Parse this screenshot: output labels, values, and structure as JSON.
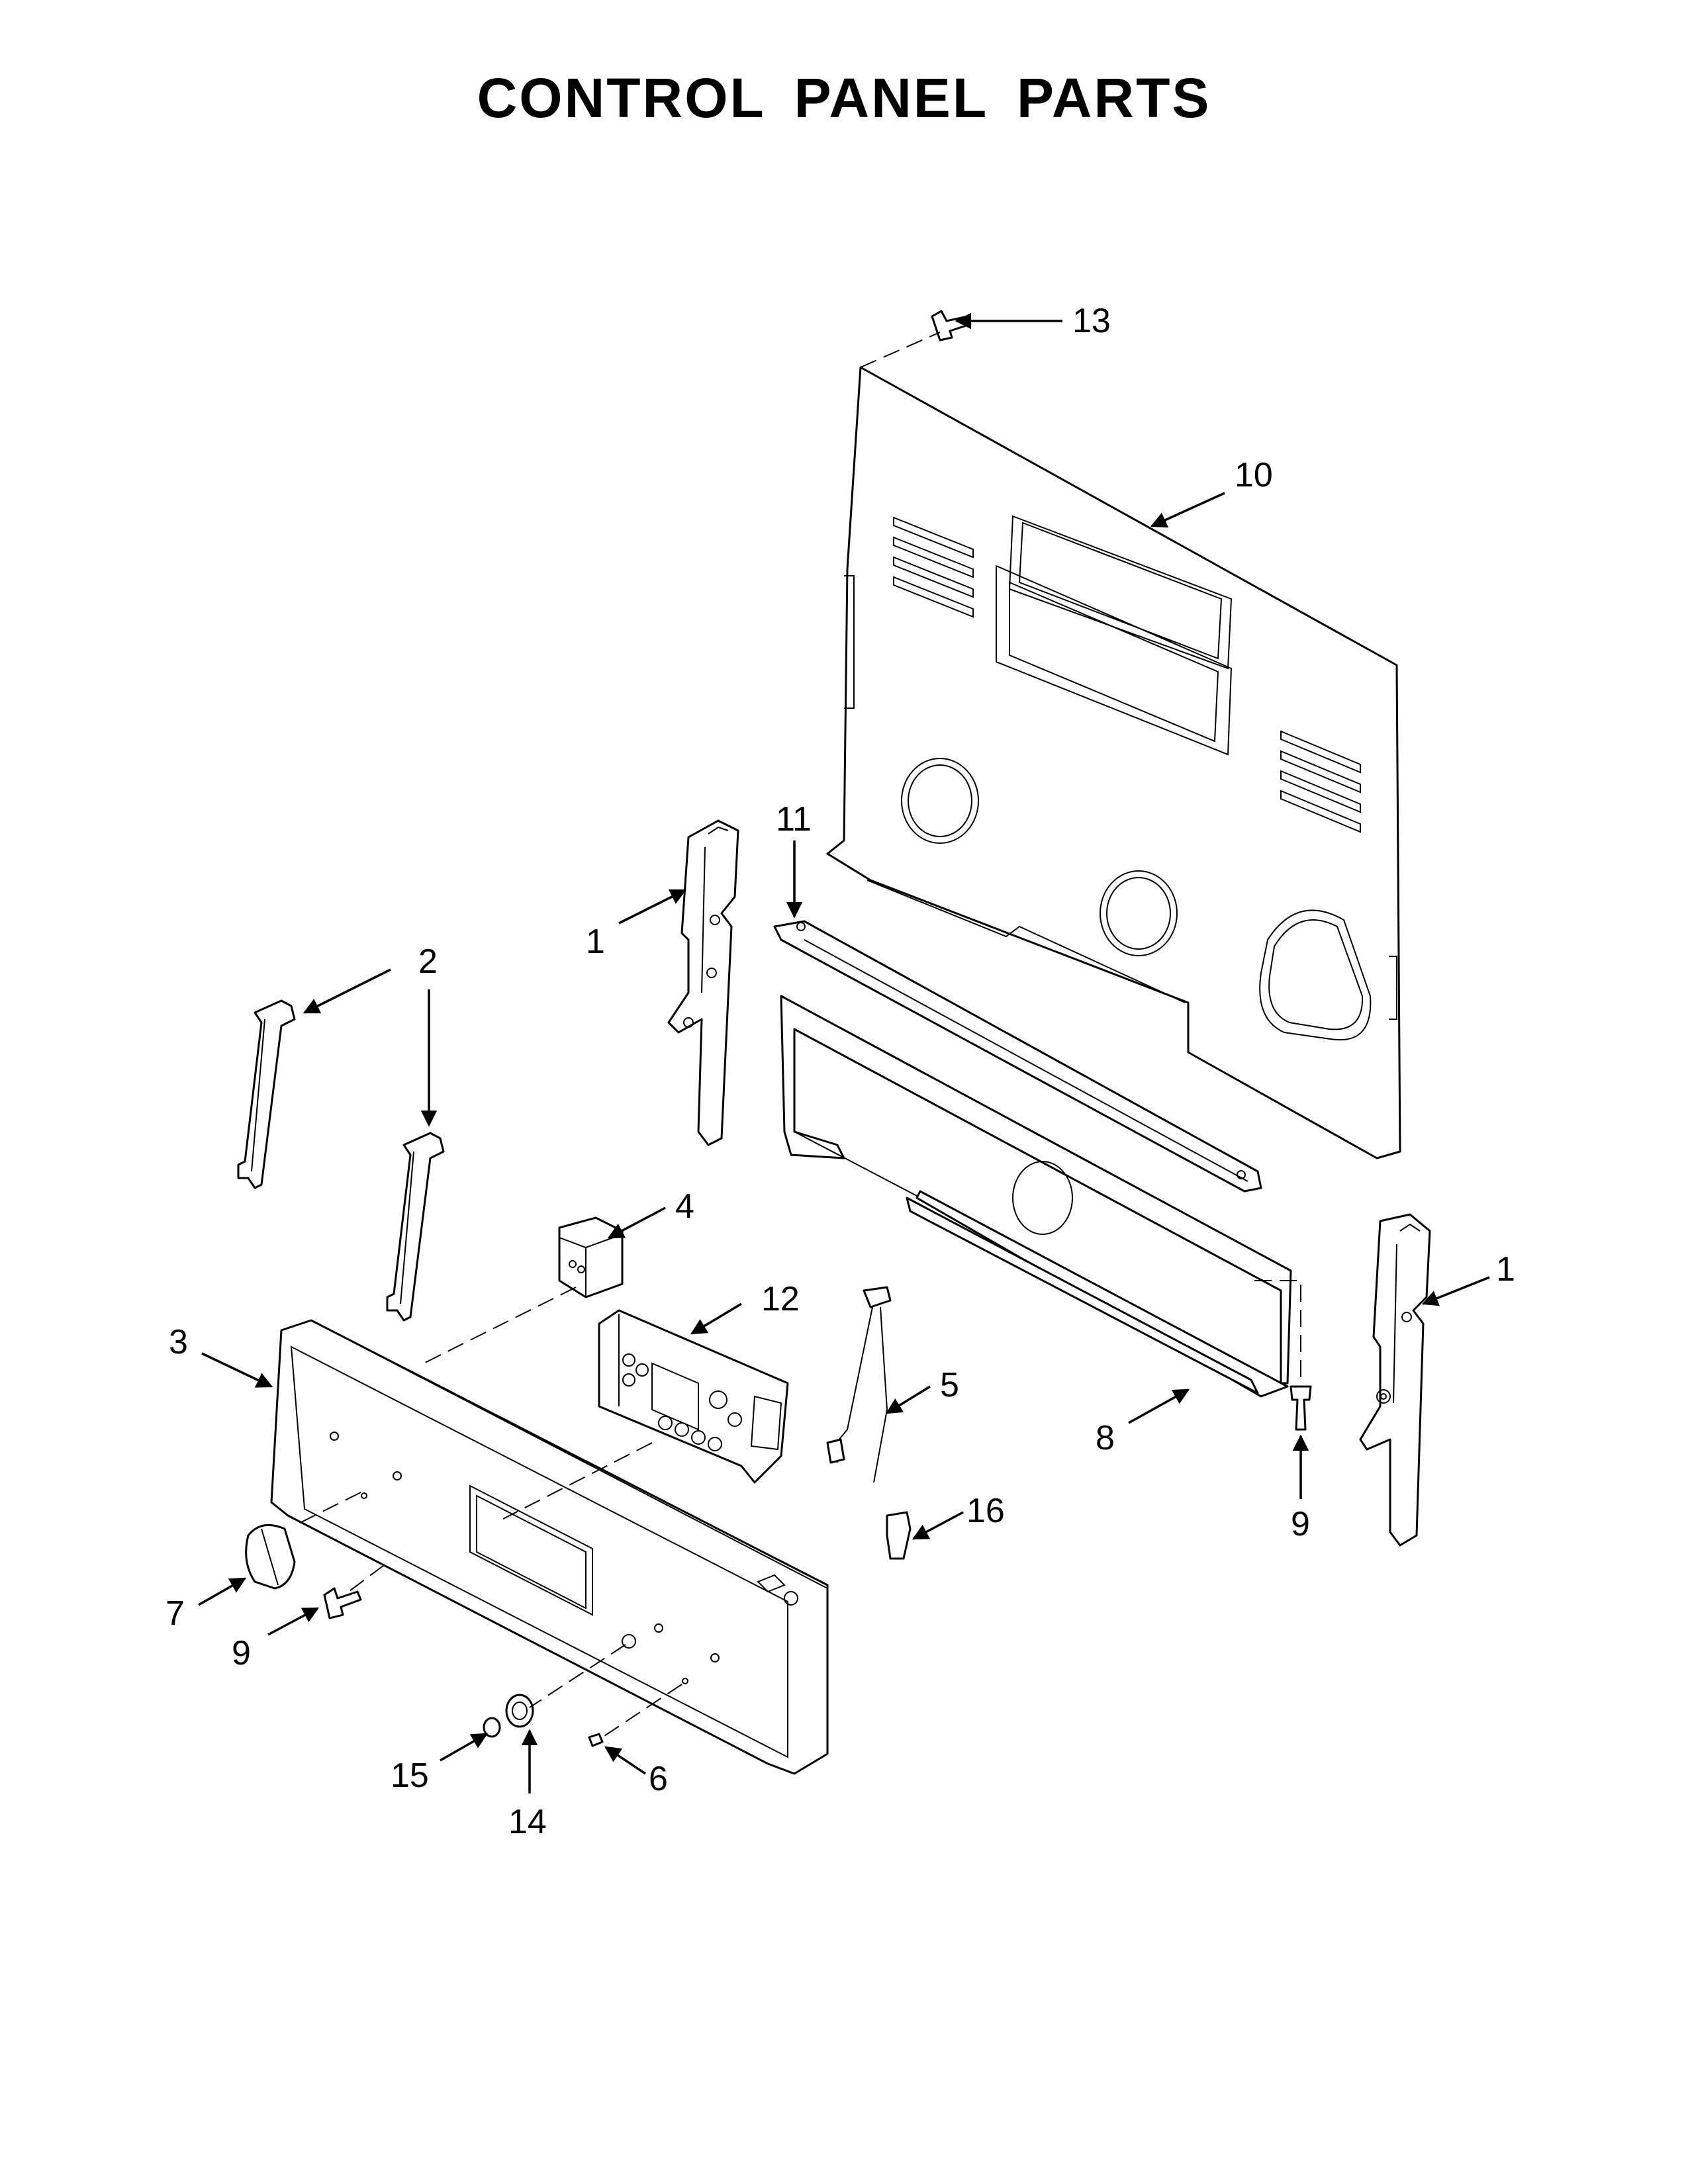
{
  "title": "CONTROL PANEL PARTS",
  "callouts": {
    "c13": "13",
    "c10": "10",
    "c11": "11",
    "c1_left": "1",
    "c2": "2",
    "c4": "4",
    "c12": "12",
    "c3": "3",
    "c1_right": "1",
    "c5": "5",
    "c8": "8",
    "c9_right": "9",
    "c16": "16",
    "c7": "7",
    "c9_left": "9",
    "c15": "15",
    "c14": "14",
    "c6": "6"
  }
}
